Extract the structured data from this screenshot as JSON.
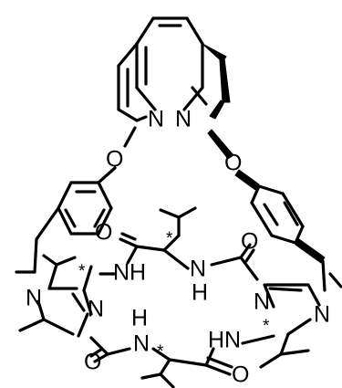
{
  "labels": {
    "n_phen_left": "N",
    "n_phen_right": "N",
    "o_left": "O",
    "o_right": "O",
    "o_amide_top": "O",
    "nh_top_left": "NH",
    "nh_top_mid_n": "N",
    "nh_top_mid_h": "H",
    "o_amide_right": "O",
    "n_left_ring_1": "N",
    "n_left_ring_2": "N",
    "n_right_ring_1": "N",
    "n_right_ring_2": "N",
    "h_bottom": "H",
    "n_bottom": "N",
    "hn_bottom": "HN",
    "o_bottom_left": "O",
    "o_bottom_right": "O"
  },
  "stereo_marker": "*"
}
